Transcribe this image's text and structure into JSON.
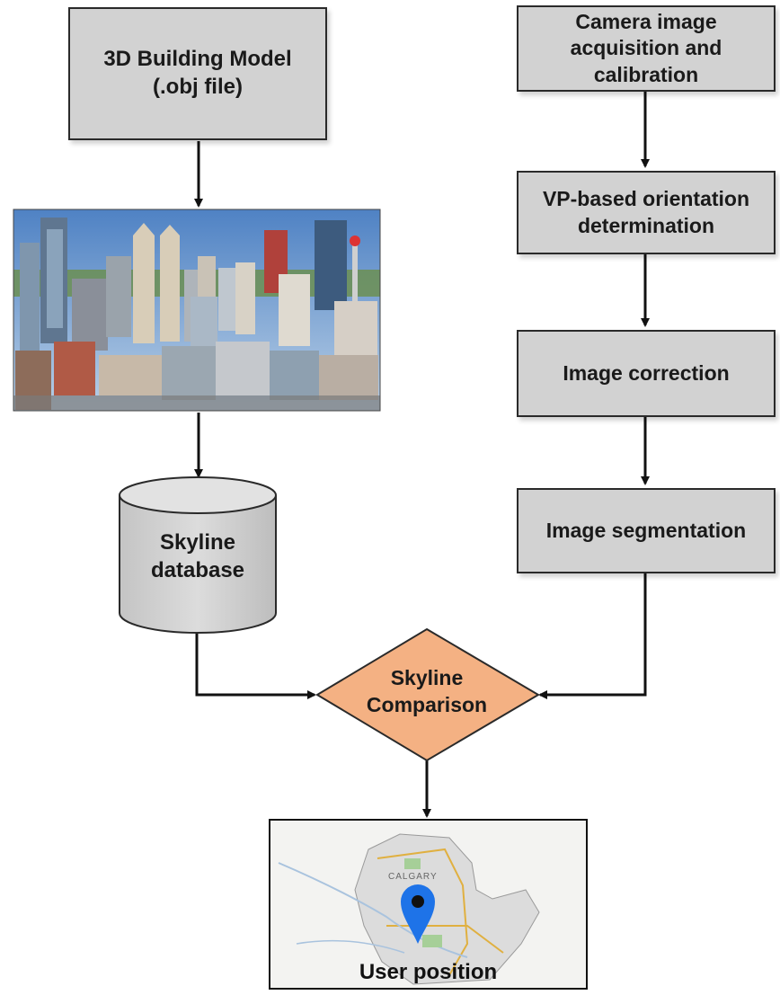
{
  "left_column": {
    "model_box": "3D Building Model\n(.obj file)",
    "database": "Skyline\ndatabase"
  },
  "right_column": {
    "step1": "Camera image\nacquisition and\ncalibration",
    "step2": "VP-based orientation\ndetermination",
    "step3": "Image correction",
    "step4": "Image segmentation"
  },
  "decision": "Skyline\nComparison",
  "output": {
    "caption": "User position",
    "map_city_label": "CALGARY"
  },
  "colors": {
    "box_fill": "#d2d2d2",
    "decision_fill": "#f4b183",
    "pin": "#1e73e8"
  },
  "icons": [
    "city-skyline-image",
    "map-image",
    "location-pin-icon"
  ]
}
